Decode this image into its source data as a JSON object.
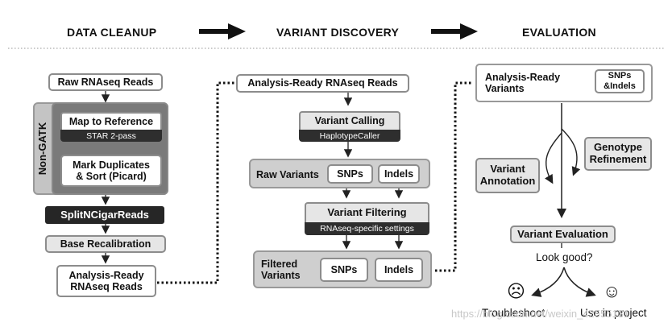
{
  "headers": {
    "data_cleanup": "DATA CLEANUP",
    "variant_discovery": "VARIANT DISCOVERY",
    "evaluation": "EVALUATION"
  },
  "cleanup": {
    "raw_reads": "Raw RNAseq Reads",
    "non_gatk": "Non-GATK",
    "map_ref": "Map to Reference",
    "map_sub": "STAR 2-pass",
    "mark_dup_1": "Mark Duplicates",
    "mark_dup_2": "& Sort (Picard)",
    "split": "SplitNCigarReads",
    "base_recal": "Base Recalibration",
    "ready_1": "Analysis-Ready",
    "ready_2": "RNAseq Reads"
  },
  "discovery": {
    "ready_reads": "Analysis-Ready RNAseq Reads",
    "calling": "Variant Calling",
    "calling_sub": "HaplotypeCaller",
    "raw_variants": "Raw Variants",
    "snps": "SNPs",
    "indels": "Indels",
    "filtering": "Variant Filtering",
    "filtering_sub": "RNAseq-specific settings",
    "filtered_1": "Filtered",
    "filtered_2": "Variants",
    "f_snps": "SNPs",
    "f_indels": "Indels"
  },
  "evaluation": {
    "ready_1": "Analysis-Ready",
    "ready_2": "Variants",
    "tag_1": "SNPs",
    "tag_2": "&Indels",
    "genotype_1": "Genotype",
    "genotype_2": "Refinement",
    "annot_1": "Variant",
    "annot_2": "Annotation",
    "eval": "Variant Evaluation",
    "question": "Look good?",
    "sad_icon": "☹",
    "happy_icon": "☺",
    "troubleshoot": "Troubleshoot",
    "use": "Use in project"
  },
  "watermark": "https://blog.csdn.net/weixin_42555131"
}
